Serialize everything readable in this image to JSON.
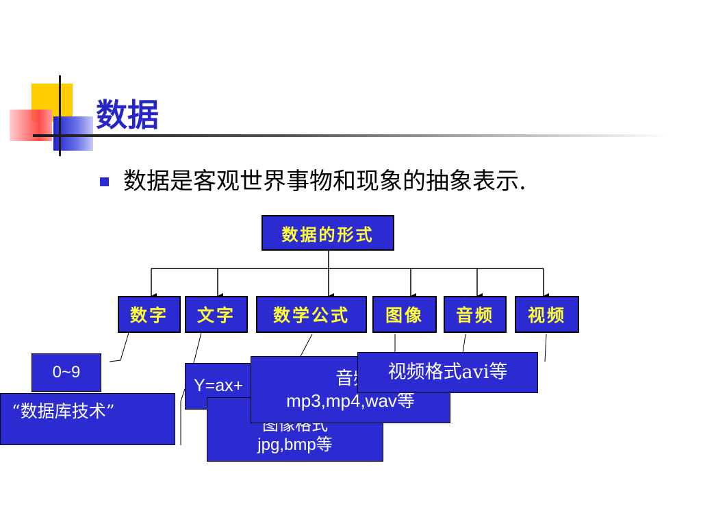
{
  "slide": {
    "title": "数据",
    "bullet": "数据是客观世界事物和现象的抽象表示."
  },
  "diagram": {
    "root": "数据的形式",
    "children": [
      "数字",
      "文字",
      "数学公式",
      "图像",
      "音频",
      "视频"
    ],
    "examples": {
      "number": "0~9",
      "text": "“数据库技术”",
      "formula": "Y=ax+",
      "image_line1": "图像格式",
      "image_line2": "jpg,bmp等",
      "audio_line1": "音频格式",
      "audio_line2": "mp3,mp4,wav等",
      "video": "视频格式avi等"
    }
  },
  "colors": {
    "node_fill": "#2b2bd1",
    "node_text": "#ffff33",
    "title": "#2626c7"
  }
}
